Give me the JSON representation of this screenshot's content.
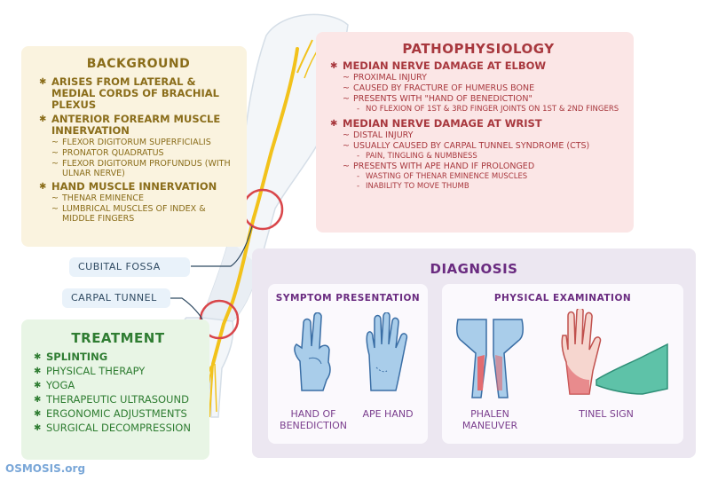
{
  "background": {
    "title": "BACKGROUND",
    "items": [
      {
        "text": "ARISES from LATERAL & MEDIAL CORDS of BRACHIAL PLEXUS",
        "sub": []
      },
      {
        "text": "ANTERIOR FOREARM MUSCLE INNERVATION",
        "sub": [
          "FLEXOR DIGITORUM SUPERFICIALIS",
          "PRONATOR QUADRATUS",
          "FLEXOR DIGITORUM PROFUNDUS (WITH ULNAR NERVE)"
        ]
      },
      {
        "text": "HAND MUSCLE INNERVATION",
        "sub": [
          "THENAR EMINENCE",
          "LUMBRICAL MUSCLES of INDEX & MIDDLE FINGERS"
        ]
      }
    ]
  },
  "pathophysiology": {
    "title": "PATHOPHYSIOLOGY",
    "elbow": {
      "heading": "MEDIAN NERVE DAMAGE at ELBOW",
      "items": [
        "PROXIMAL INJURY",
        "CAUSED by FRACTURE of HUMERUS BONE",
        "PRESENTS with \"HAND OF BENEDICTION\""
      ],
      "detail": "NO FLEXION of 1ST & 3RD FINGER JOINTS ON 1ST & 2ND FINGERS"
    },
    "wrist": {
      "heading": "MEDIAN NERVE DAMAGE at WRIST",
      "item1": "DISTAL INJURY",
      "item2": "USUALLY CAUSED by CARPAL TUNNEL SYNDROME (CTS)",
      "item2_detail": "PAIN, TINGLING & NUMBNESS",
      "item3": "PRESENTS with APE HAND if PROLONGED",
      "item3_details": [
        "WASTING of THENAR EMINENCE MUSCLES",
        "INABILITY to MOVE THUMB"
      ]
    }
  },
  "labels": {
    "cubital_fossa": "CUBITAL FOSSA",
    "carpal_tunnel": "CARPAL TUNNEL"
  },
  "treatment": {
    "title": "TREATMENT",
    "items": [
      "SPLINTING",
      "PHYSICAL THERAPY",
      "YOGA",
      "THERAPEUTIC ULTRASOUND",
      "ERGONOMIC ADJUSTMENTS",
      "SURGICAL DECOMPRESSION"
    ]
  },
  "diagnosis": {
    "title": "DIAGNOSIS",
    "symptom": {
      "title": "SYMPTOM PRESENTATION",
      "captions": [
        "HAND of BENEDICTION",
        "APE HAND"
      ]
    },
    "exam": {
      "title": "PHYSICAL EXAMINATION",
      "captions": [
        "PHALEN MANEUVER",
        "TINEL SIGN"
      ]
    }
  },
  "brand": {
    "logo_text": "OSMOSIS.org"
  },
  "colors": {
    "background_panel": "#faf3df",
    "background_text": "#8a6d1a",
    "patho_panel": "#fbe6e6",
    "patho_text": "#a8383e",
    "treatment_panel": "#e8f5e5",
    "treatment_text": "#2f7d32",
    "diagnosis_panel": "#ece7f1",
    "diagnosis_text": "#6a2b80",
    "nerve": "#f2c21b",
    "callout": "#e9f2fa"
  }
}
